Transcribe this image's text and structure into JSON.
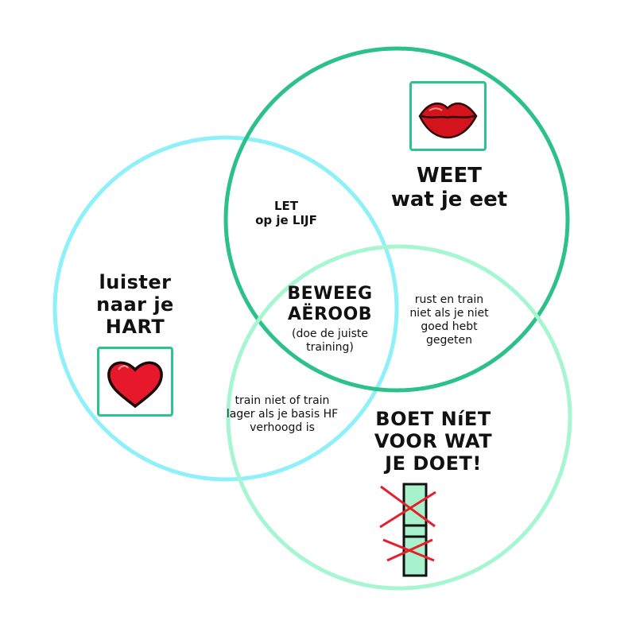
{
  "colors": {
    "circle_left": "#8ef0f8",
    "circle_top": "#2cc08a",
    "circle_bottom": "#a7f6d2",
    "icon_frame": "#2bc48e",
    "heart": "#e8182c",
    "lips": "#d4141c",
    "cross": "#e6202a",
    "bar_fill": "#a7f2cc"
  },
  "icons": {
    "heart": "heart-icon",
    "lips": "lips-icon",
    "crossed_bar": "crossed-out-bar-icon"
  },
  "labels": {
    "top_circle": "WEET\nwat je eet",
    "left_circle": "luister\nnaar je\nHART",
    "bottom_circle": "BOET NíET\nVOOR WAT\nJE DOET!",
    "left_top_overlap": "LET\nop je LIJF",
    "top_bottom_overlap": "rust en train\nniet als je niet\ngoed hebt\ngegeten",
    "left_bottom_overlap": "train niet of train\nlager als je basis HF\nverhoogd is",
    "center_title": "BEWEEG\nAËROOB",
    "center_sub": "(doe de juiste\ntraining)"
  }
}
